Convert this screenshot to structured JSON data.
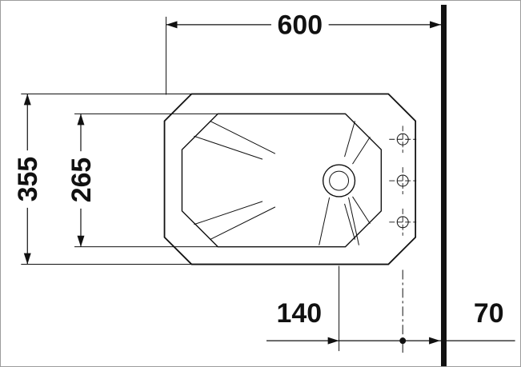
{
  "canvas": {
    "background_color": "#ffffff",
    "border_color": "#9c9c9c",
    "line_color": "#111111"
  },
  "drawing": {
    "labels": {
      "overall_width": "600",
      "overall_depth": "355",
      "basin_depth": "265",
      "outlet_to_taphole": "140",
      "taphole_to_wall": "70"
    }
  }
}
